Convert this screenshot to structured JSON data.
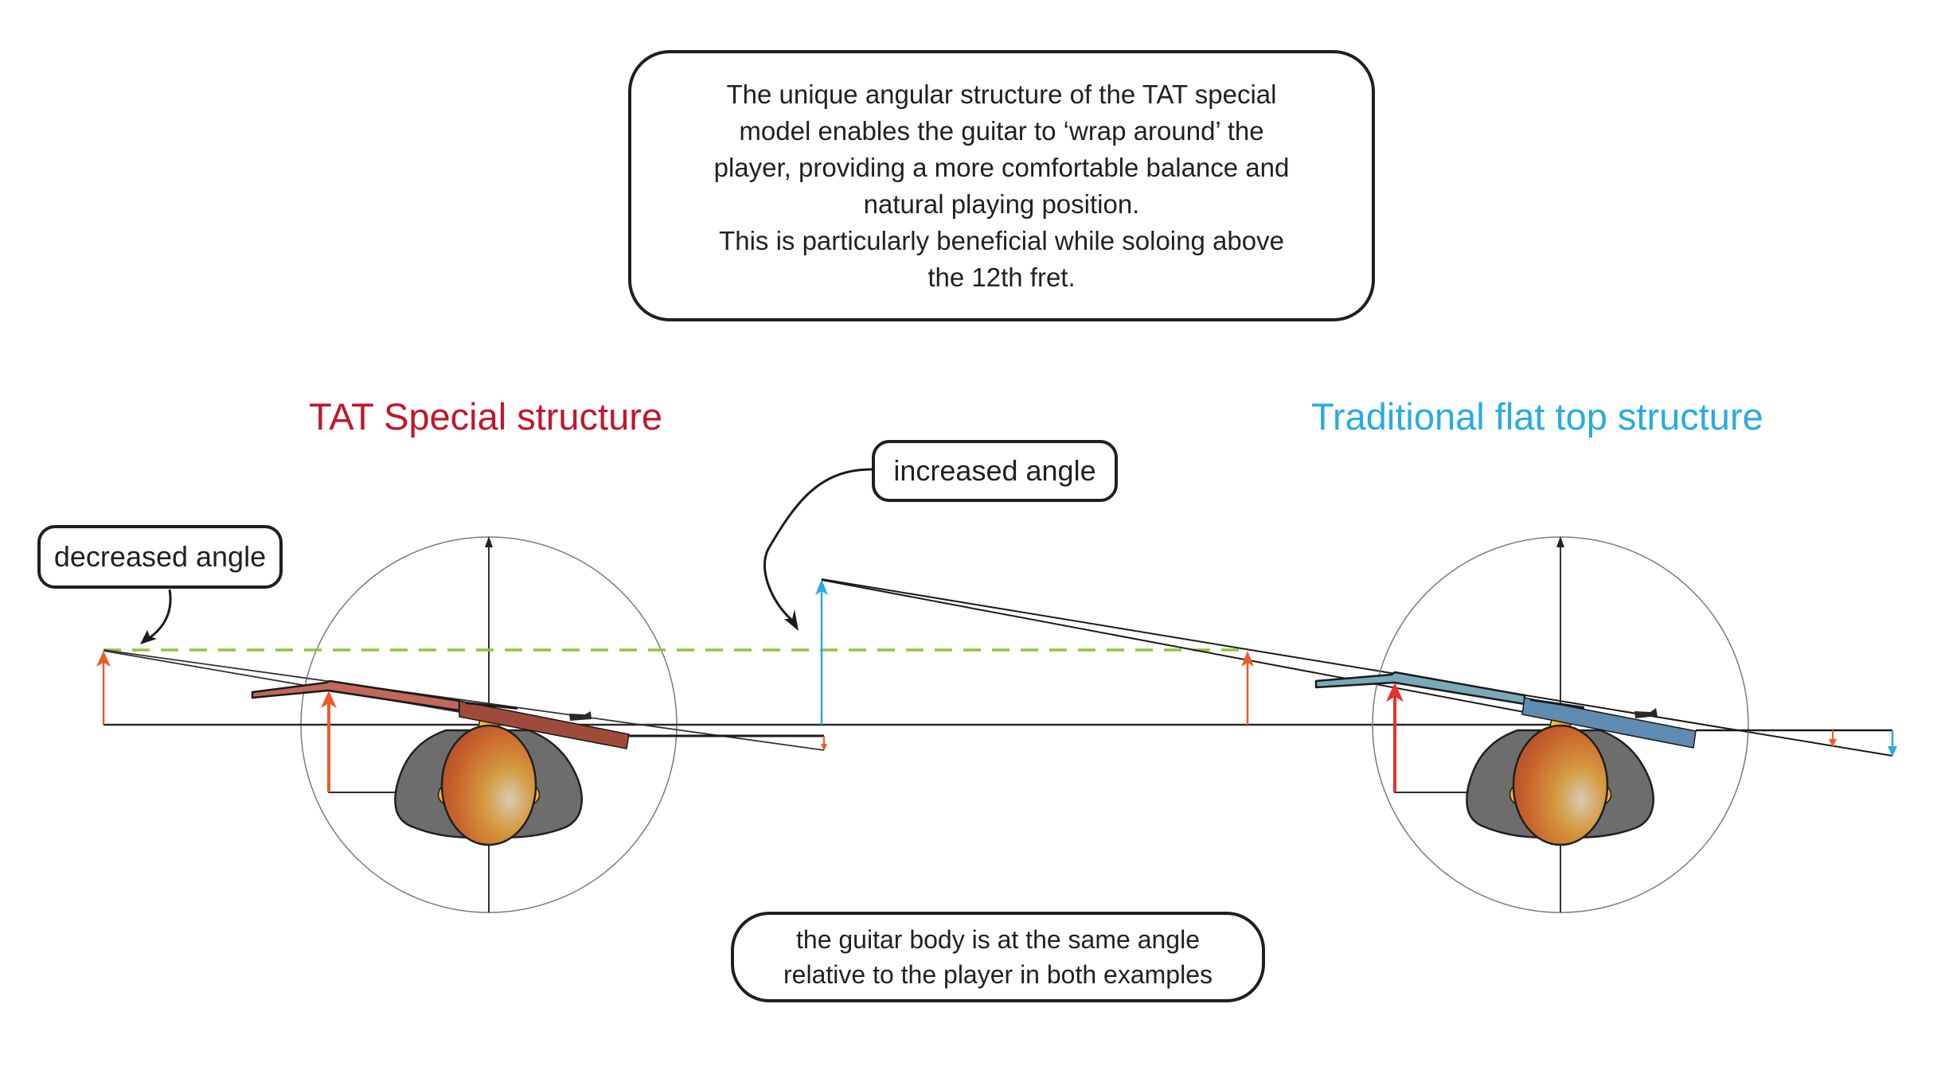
{
  "info_box": {
    "lines": [
      "The unique angular structure of the TAT special",
      "model enables the guitar to ‘wrap around’ the",
      "player, providing a more comfortable balance and",
      "natural playing position.",
      "This is particularly beneficial while soloing above",
      "the 12th fret."
    ]
  },
  "titles": {
    "tat": "TAT Special structure",
    "traditional": "Traditional flat top structure"
  },
  "callouts": {
    "decreased": "decreased angle",
    "increased": "increased angle",
    "bottom_lines": [
      "the guitar body is at the same angle",
      "relative to the player in both examples"
    ]
  },
  "colors": {
    "tat_title": "#c1172c",
    "traditional_title": "#29abe2",
    "tat_neck": "#c0695a",
    "tat_body": "#9f4b3c",
    "trad_neck": "#7aaab9",
    "trad_body": "#5f8cb0",
    "reference_dashed": "#8dc63f",
    "orange_arrow": "#f05a28",
    "red_arrow": "#e8312f",
    "blue_arrow": "#29abe2",
    "shoulders": "#6d6d6d",
    "outline": "#1f1f1f"
  },
  "figures": [
    {
      "id": "tat",
      "label": "TAT Special",
      "neck_style": "angled-headstock"
    },
    {
      "id": "traditional",
      "label": "Traditional flat top",
      "neck_style": "angled-headstock"
    }
  ]
}
